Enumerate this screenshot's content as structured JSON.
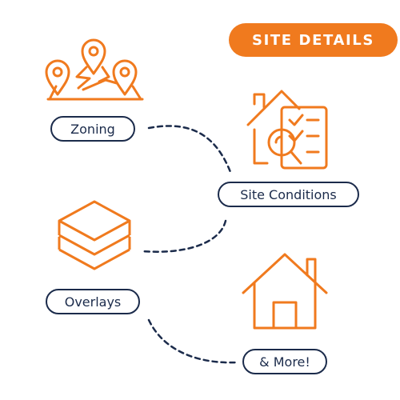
{
  "badge": {
    "label": "SITE DETAILS"
  },
  "nodes": [
    {
      "id": "zoning",
      "label": "Zoning"
    },
    {
      "id": "site-conditions",
      "label": "Site Conditions"
    },
    {
      "id": "overlays",
      "label": "Overlays"
    },
    {
      "id": "more",
      "label": "& More!"
    }
  ],
  "colors": {
    "accent": "#F07A1E",
    "navy": "#1B2B4B",
    "background": "#FFFFFF"
  },
  "icons": [
    "map-pins-icon",
    "house-inspection-icon",
    "layers-icon",
    "house-icon"
  ]
}
